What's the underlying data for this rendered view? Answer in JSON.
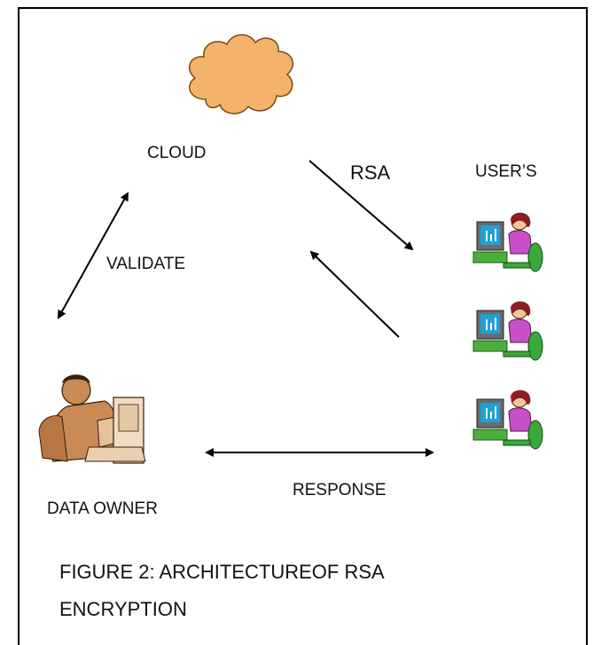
{
  "diagram": {
    "nodes": {
      "cloud": {
        "label": "CLOUD",
        "icon": "cloud-icon",
        "color": "#f5b26b"
      },
      "users": {
        "label": "USER’S",
        "icon": "user-at-computer-icon",
        "count": 3,
        "shirt_color": "#c94fc8"
      },
      "owner": {
        "label": "DATA OWNER",
        "icon": "businessman-at-computer-icon",
        "color": "#c98a55"
      }
    },
    "edges": {
      "rsa": {
        "label": "RSA",
        "from": "cloud",
        "to": "users"
      },
      "users_to_cloud": {
        "label": "",
        "from": "users",
        "to": "cloud"
      },
      "validate": {
        "label": "VALIDATE",
        "from": "owner",
        "to": "cloud",
        "bidirectional": true
      },
      "response": {
        "label": "RESPONSE",
        "from": "owner",
        "to": "users",
        "bidirectional": true
      }
    },
    "caption_line1": "FIGURE 2: ARCHITECTUREOF RSA",
    "caption_line2": "ENCRYPTION"
  }
}
